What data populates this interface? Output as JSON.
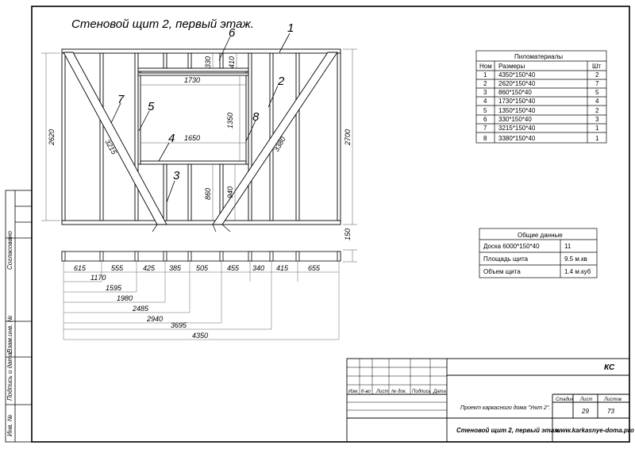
{
  "drawing": {
    "title": "Стеновой щит 2, первый этаж.",
    "callouts": [
      "1",
      "2",
      "3",
      "4",
      "5",
      "6",
      "7",
      "8"
    ],
    "inner_dims": {
      "d330": "330",
      "d410": "410",
      "d1730": "1730",
      "d1650": "1650",
      "d1350": "1350",
      "d860": "860",
      "d940": "940",
      "d3215": "3215",
      "d3380": "3380"
    },
    "left_height": "2620",
    "right_height": "2700",
    "bottom_height": "150",
    "spacings": [
      "615",
      "555",
      "425",
      "385",
      "505",
      "455",
      "340",
      "415",
      "655"
    ],
    "cumulative": [
      "1170",
      "1595",
      "1980",
      "2485",
      "2940",
      "3695",
      "4350"
    ]
  },
  "lumber_table": {
    "title": "Пиломатериалы",
    "headers": [
      "Ном",
      "Размеры",
      "Шт"
    ],
    "rows": [
      [
        "1",
        "4350*150*40",
        "2"
      ],
      [
        "2",
        "2620*150*40",
        "7"
      ],
      [
        "3",
        "860*150*40",
        "5"
      ],
      [
        "4",
        "1730*150*40",
        "4"
      ],
      [
        "5",
        "1350*150*40",
        "2"
      ],
      [
        "6",
        "330*150*40",
        "3"
      ],
      [
        "7",
        "3215*150*40",
        "1"
      ],
      [
        "8",
        "3380*150*40",
        "1"
      ]
    ]
  },
  "general_table": {
    "title": "Общие данные",
    "rows": [
      [
        "Доска 6000*150*40",
        "11"
      ],
      [
        "Площадь щита",
        "9.5 м.кв"
      ],
      [
        "Объем щита",
        "1.4 м.куб"
      ]
    ]
  },
  "side_strip": {
    "labels": [
      "Согласовано",
      "Взам.инв. №",
      "Подпись и дата",
      "Инв. №"
    ]
  },
  "title_block": {
    "code": "КС",
    "col_headers": [
      "Изм.",
      "К-во",
      "Лист",
      "№ док.",
      "Подпись",
      "Дата"
    ],
    "project": "Проект каркасного дома \"Уют 2\".",
    "stage_label": "Стадия",
    "sheet_label": "Лист",
    "sheets_label": "Листов",
    "sheet": "29",
    "sheets": "73",
    "drawing_name": "Стеновой щит 2, первый этаж.",
    "website": "www.karkasnye-doma.pro"
  }
}
